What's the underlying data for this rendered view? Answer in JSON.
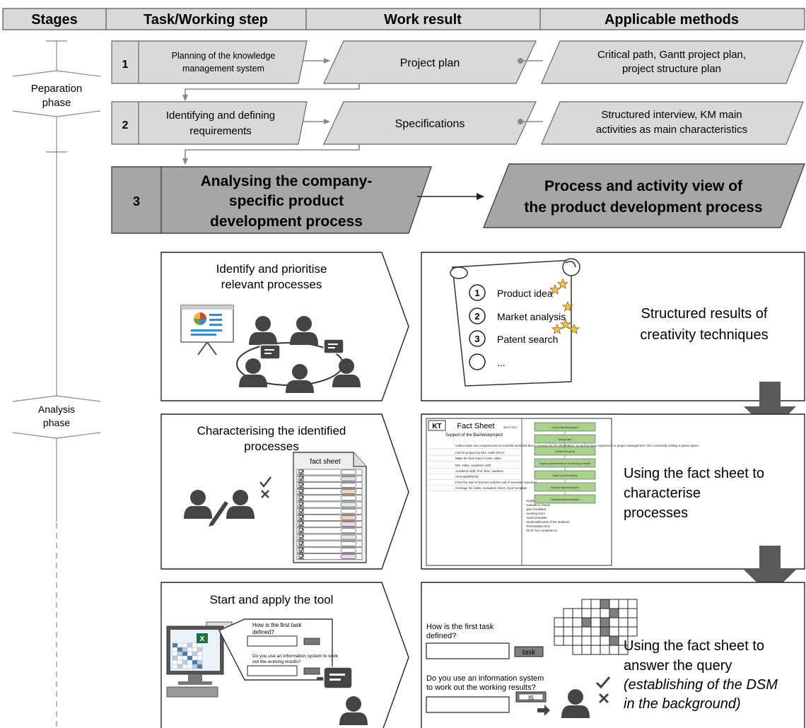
{
  "headers": {
    "stages": "Stages",
    "task": "Task/Working step",
    "result": "Work result",
    "methods": "Applicable methods"
  },
  "phases": {
    "preparation": [
      "Peparation",
      "phase"
    ],
    "analysis": [
      "Analysis",
      "phase"
    ]
  },
  "steps": [
    {
      "num": "1",
      "task": [
        "Planning of the knowledge",
        "management system"
      ],
      "result": [
        "Project plan"
      ],
      "methods": [
        "Critical path, Gantt project plan,",
        "project structure plan"
      ]
    },
    {
      "num": "2",
      "task": [
        "Identifying and defining",
        "requirements"
      ],
      "result": [
        "Specifications"
      ],
      "methods": [
        "Structured interview, KM main",
        "activities as main characteristics"
      ]
    },
    {
      "num": "3",
      "task": [
        "Analysing the company-",
        "specific product",
        "development process"
      ],
      "result": [
        "Process and activity view of",
        "the product development process"
      ]
    }
  ],
  "substeps": [
    {
      "title": [
        "Identify and prioritise",
        "relevant processes"
      ],
      "result": [
        "Structured results of",
        "creativity techniques"
      ]
    },
    {
      "title": [
        "Characterising the identified",
        "processes"
      ],
      "result": [
        "Using the fact sheet to",
        "characterise",
        "processes"
      ]
    },
    {
      "title": [
        "Start and apply the tool"
      ],
      "result": [
        "Using the fact sheet to",
        "answer the query"
      ],
      "result_italic": [
        "(establishing of the DSM",
        "in the background)"
      ]
    }
  ],
  "scroll_items": [
    {
      "num": "1",
      "label": "Product idea",
      "stars": 2
    },
    {
      "num": "2",
      "label": "Market analysis",
      "stars": 1
    },
    {
      "num": "3",
      "label": "Patent search",
      "stars": 3
    },
    {
      "num": "",
      "label": "...",
      "stars": 0
    }
  ],
  "fact_sheet_label": "fact sheet",
  "fact_sheet_doc": {
    "logo": "KT",
    "title": "Fact Sheet",
    "subtitle": "Support of the Bachelorproject",
    "date": "06.07.2017",
    "flow_steps": [
      "Call for Bachelorproject",
      "Design task",
      "Contact the group",
      "regular appointments for monitoring of results",
      "Listen to presentations",
      "Evaluate Bachelorproject",
      "Complete Bachelorproject"
    ],
    "lines": [
      "Collect build core competencies in scientific work and thus to prepare for the dissertation, as well as basic experience in project management / the Community Editing a parent topics.",
      "Call for projects by Mrs. Hahn (WCI)",
      "Make the final report to Mrs. Hahn",
      "Mrs. Hahn, academic staff",
      "Academic staff, Prof. Binz, students",
      "AT/CAE/MPE/TD",
      "From the start of lectures until the end of semester (summer)",
      "message list, tasks, evaluation sheet, report template",
      "- registration period",
      "- evaluation sheets",
      "- give Feedback",
      "- meeting room",
      "- report template",
      "- email addresses of the students",
      "- Presentation time",
      "- 25.W: key competence"
    ]
  },
  "query": {
    "q1": [
      "How is the first task",
      "defined?"
    ],
    "btn1": "task",
    "q2": [
      "Do you use an information system",
      "to work out the working results?"
    ],
    "btn2": "IS"
  },
  "monitor_query": {
    "q1": [
      "How is the first task",
      "defined?"
    ],
    "q2": [
      "Do you use an information system to work",
      "out the working results?"
    ]
  },
  "colors": {
    "light_box": "#d9d9d9",
    "dark_box": "#a6a6a6",
    "header": "#d9d9d9",
    "arrow": "#595959",
    "star": "#f2c14e",
    "excel": "#1e7145"
  }
}
